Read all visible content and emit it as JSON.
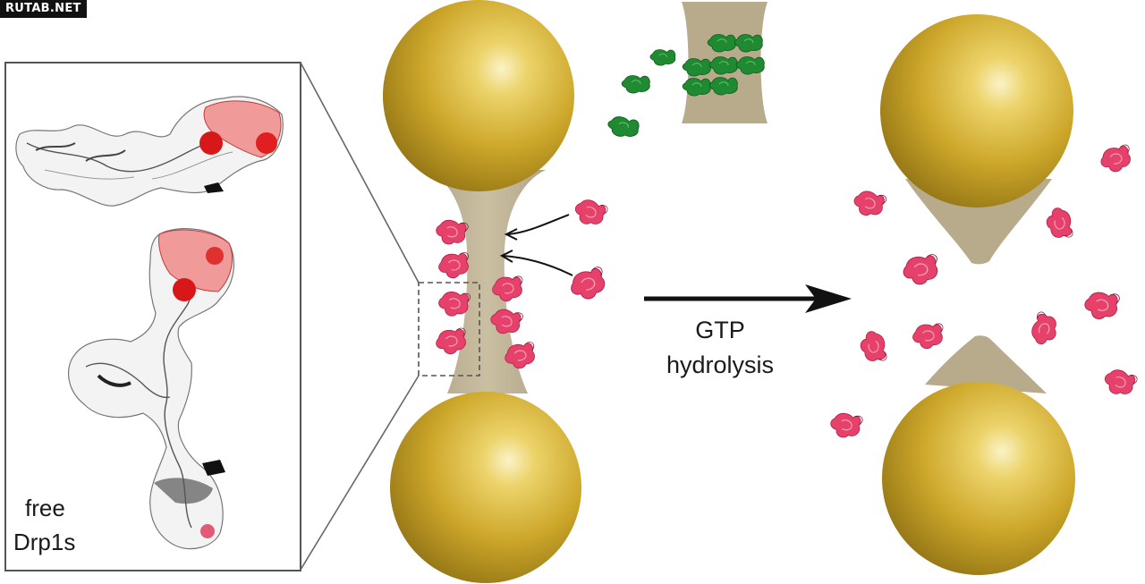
{
  "watermark": "RUTAB.NET",
  "inset": {
    "label_line1": "free",
    "label_line2": "Drp1s"
  },
  "arrow": {
    "label_line1": "GTP",
    "label_line2": "hydrolysis"
  },
  "colors": {
    "sphere": "#c9a326",
    "neck": "#b8ab8c",
    "drp1": "#e5416b",
    "green_protein": "#1f8a32",
    "outline": "#555555"
  }
}
